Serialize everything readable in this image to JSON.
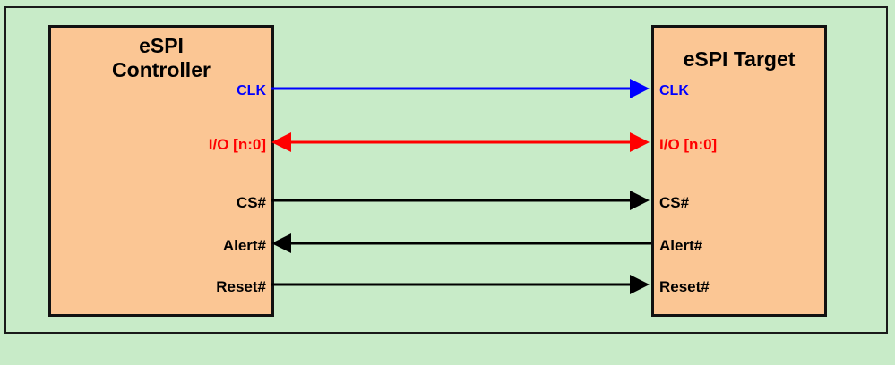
{
  "diagram": {
    "title": "eSPI Controller and Target interface block diagram",
    "background_color": "#c8ebc8",
    "block_fill_color": "#fbc694",
    "block_border_color": "#111111"
  },
  "blocks": {
    "controller": {
      "title": "eSPI\nController",
      "pins": [
        {
          "label": "CLK",
          "color": "#0000ff"
        },
        {
          "label": "I/O [n:0]",
          "color": "#ff0000"
        },
        {
          "label": "CS#",
          "color": "#000000"
        },
        {
          "label": "Alert#",
          "color": "#000000"
        },
        {
          "label": "Reset#",
          "color": "#000000"
        }
      ]
    },
    "target": {
      "title": "eSPI Target",
      "pins": [
        {
          "label": "CLK",
          "color": "#0000ff"
        },
        {
          "label": "I/O [n:0]",
          "color": "#ff0000"
        },
        {
          "label": "CS#",
          "color": "#000000"
        },
        {
          "label": "Alert#",
          "color": "#000000"
        },
        {
          "label": "Reset#",
          "color": "#000000"
        }
      ]
    }
  },
  "signals": [
    {
      "name": "CLK",
      "color": "#0000ff",
      "direction": "controller-to-target"
    },
    {
      "name": "I/O [n:0]",
      "color": "#ff0000",
      "direction": "bidirectional"
    },
    {
      "name": "CS#",
      "color": "#000000",
      "direction": "controller-to-target"
    },
    {
      "name": "Alert#",
      "color": "#000000",
      "direction": "target-to-controller"
    },
    {
      "name": "Reset#",
      "color": "#000000",
      "direction": "controller-to-target"
    }
  ]
}
